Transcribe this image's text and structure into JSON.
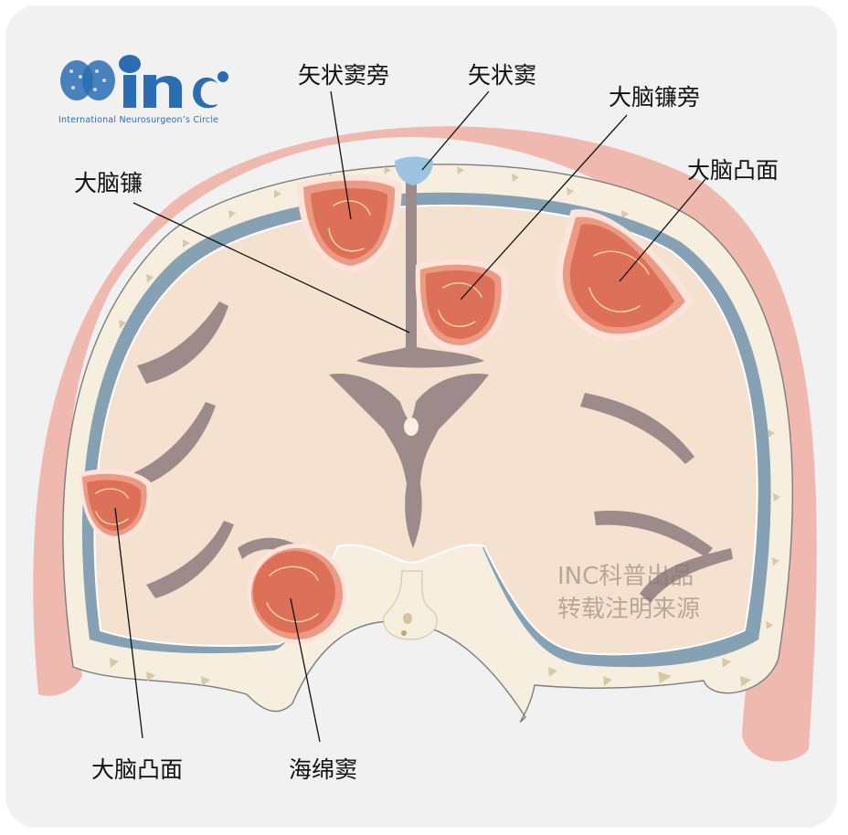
{
  "logo": {
    "brand": "inc",
    "subtitle": "International  Neurosurgeon’s  Circle",
    "color": "#2a6db3"
  },
  "labels": {
    "sagittal_parasinus": "矢状窦旁",
    "sagittal_sinus": "矢状窦",
    "falx_parafalcine": "大脑镰旁",
    "falx": "大脑镰",
    "convexity_right": "大脑凸面",
    "convexity_left": "大脑凸面",
    "cavernous_sinus": "海绵窦"
  },
  "watermark": {
    "line1": "INC科普出品",
    "line2": "转载注明来源"
  },
  "colors": {
    "background": "#f1f1f1",
    "scalp": "#efb9b0",
    "skull": "#f6efdf",
    "skull_speckle": "#d8c9a6",
    "dura": "#86a0b4",
    "sinus": "#9cc3e0",
    "gray_matter": "#f5e1cf",
    "white_matter": "#f7f0e0",
    "sulci": "#9d8b8b",
    "tumor": "#dd7058",
    "tumor_rim": "#ec9a84",
    "tumor_halo": "#fde3da",
    "tumor_swirl": "#f7d6a8"
  }
}
